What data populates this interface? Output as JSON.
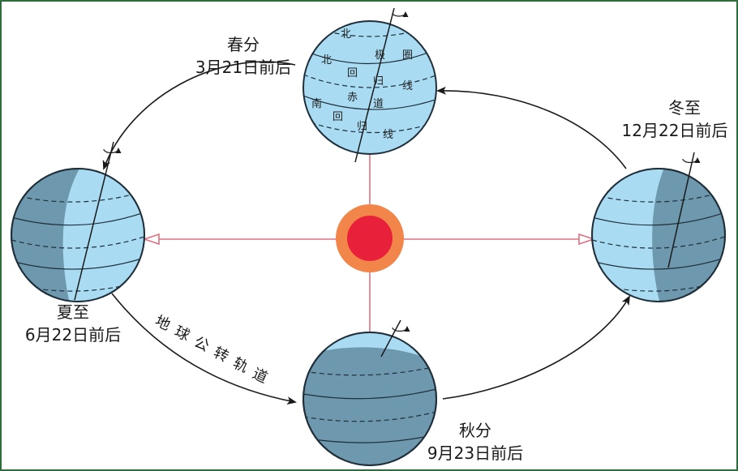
{
  "colors": {
    "globe_light": "#a9dbf2",
    "globe_dark": "#6e98ad",
    "globe_outline": "#1f2f3a",
    "sun_core": "#e8203a",
    "sun_rays": "#f2864a",
    "axis_lines": "#e07080",
    "orbit": "#1a1a1a",
    "frame": "#2f6e3b"
  },
  "seasons": {
    "spring": {
      "name": "春分",
      "date": "3月21日前后"
    },
    "summer": {
      "name": "夏至",
      "date": "6月22日前后"
    },
    "autumn": {
      "name": "秋分",
      "date": "9月23日前后"
    },
    "winter": {
      "name": "冬至",
      "date": "12月22日前后"
    }
  },
  "orbit_label": [
    "地",
    "球",
    "公",
    "转",
    "轨",
    "道"
  ],
  "globe_labels": {
    "arctic_circle": [
      "北",
      "极",
      "圈"
    ],
    "tropic_of_cancer": [
      "北",
      "回",
      "归",
      "线"
    ],
    "equator": [
      "赤",
      "道"
    ],
    "tropic_of_capricorn": [
      "南",
      "回",
      "归",
      "线"
    ]
  }
}
